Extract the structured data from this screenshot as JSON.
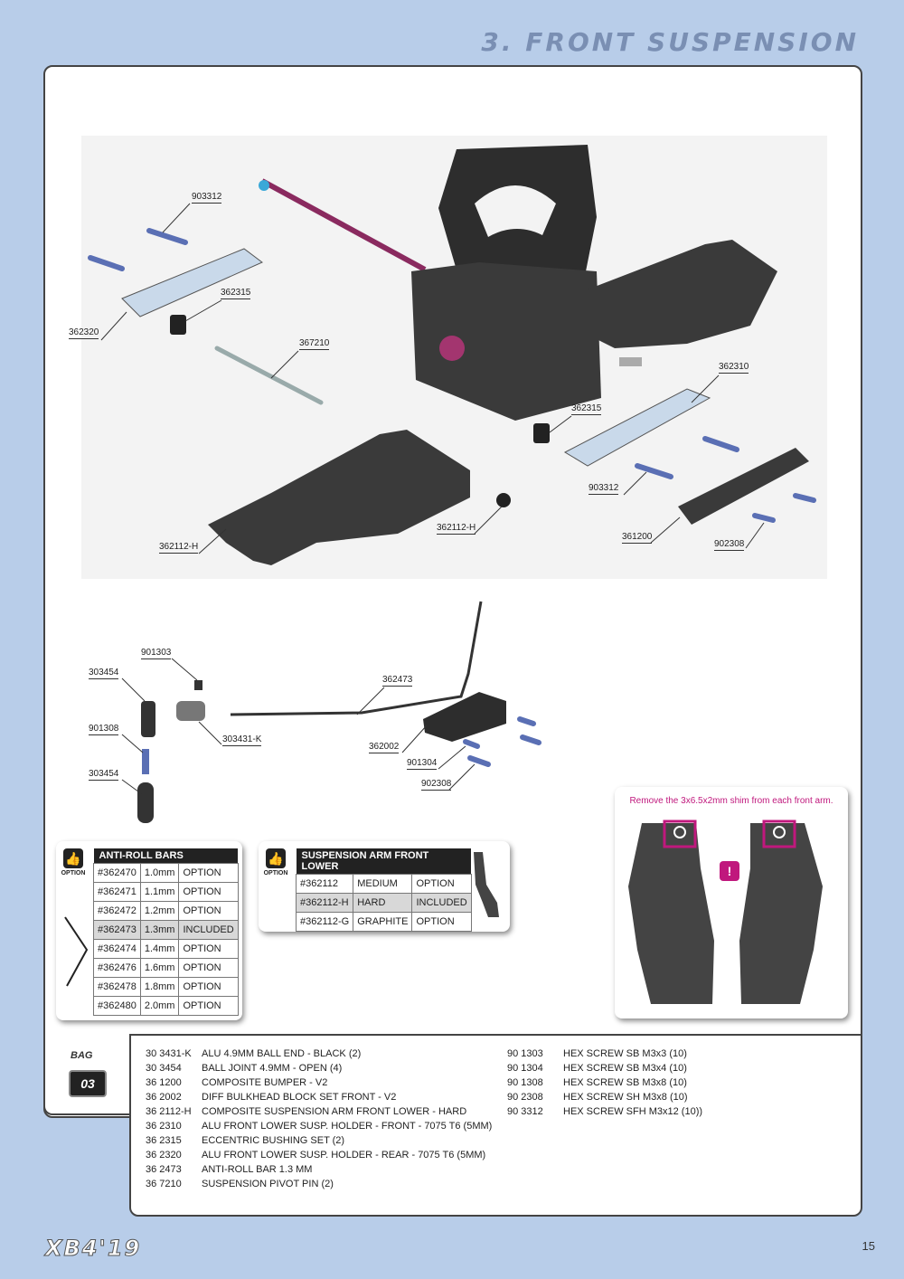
{
  "page": {
    "title": "3. FRONT SUSPENSION",
    "number": "15",
    "logo": "XB4'19"
  },
  "callouts": [
    {
      "id": "c1",
      "text": "903312"
    },
    {
      "id": "c2",
      "text": "362315"
    },
    {
      "id": "c3",
      "text": "362320"
    },
    {
      "id": "c4",
      "text": "367210"
    },
    {
      "id": "c5",
      "text": "362310"
    },
    {
      "id": "c6",
      "text": "362315"
    },
    {
      "id": "c7",
      "text": "903312"
    },
    {
      "id": "c8",
      "text": "362112-H"
    },
    {
      "id": "c9",
      "text": "362112-H"
    },
    {
      "id": "c10",
      "text": "361200"
    },
    {
      "id": "c11",
      "text": "902308"
    },
    {
      "id": "c12",
      "text": "901303"
    },
    {
      "id": "c13",
      "text": "303454"
    },
    {
      "id": "c14",
      "text": "362473"
    },
    {
      "id": "c15",
      "text": "901308"
    },
    {
      "id": "c16",
      "text": "303431-K"
    },
    {
      "id": "c17",
      "text": "362002"
    },
    {
      "id": "c18",
      "text": "901304"
    },
    {
      "id": "c19",
      "text": "303454"
    },
    {
      "id": "c20",
      "text": "902308"
    }
  ],
  "option_label": "OPTION",
  "anti_roll": {
    "header": "ANTI-ROLL BARS",
    "rows": [
      [
        "#362470",
        "1.0mm",
        "OPTION"
      ],
      [
        "#362471",
        "1.1mm",
        "OPTION"
      ],
      [
        "#362472",
        "1.2mm",
        "OPTION"
      ],
      [
        "#362473",
        "1.3mm",
        "INCLUDED"
      ],
      [
        "#362474",
        "1.4mm",
        "OPTION"
      ],
      [
        "#362476",
        "1.6mm",
        "OPTION"
      ],
      [
        "#362478",
        "1.8mm",
        "OPTION"
      ],
      [
        "#362480",
        "2.0mm",
        "OPTION"
      ]
    ]
  },
  "susp_arm": {
    "header": "SUSPENSION ARM FRONT LOWER",
    "rows": [
      [
        "#362112",
        "MEDIUM",
        "OPTION"
      ],
      [
        "#362112-H",
        "HARD",
        "INCLUDED"
      ],
      [
        "#362112-G",
        "GRAPHITE",
        "OPTION"
      ]
    ]
  },
  "notice": {
    "text": "Remove the 3x6.5x2mm shim from each front arm.",
    "mark": "!"
  },
  "bag": {
    "label": "BAG",
    "number": "03"
  },
  "bom_left": [
    [
      "30 3431-K",
      "ALU 4.9MM BALL END - BLACK (2)"
    ],
    [
      "30 3454",
      "BALL JOINT 4.9MM - OPEN (4)"
    ],
    [
      "36 1200",
      "COMPOSITE BUMPER - V2"
    ],
    [
      "36 2002",
      "DIFF BULKHEAD BLOCK SET FRONT - V2"
    ],
    [
      "36 2112-H",
      "COMPOSITE SUSPENSION ARM FRONT LOWER - HARD"
    ],
    [
      "36 2310",
      "ALU FRONT LOWER SUSP. HOLDER - FRONT - 7075 T6 (5MM)"
    ],
    [
      "36 2315",
      "ECCENTRIC BUSHING SET (2)"
    ],
    [
      "36 2320",
      "ALU FRONT LOWER SUSP. HOLDER - REAR - 7075 T6 (5MM)"
    ],
    [
      "36 2473",
      "ANTI-ROLL BAR 1.3 MM"
    ],
    [
      "36 7210",
      "SUSPENSION PIVOT PIN (2)"
    ]
  ],
  "bom_right": [
    [
      "90 1303",
      "HEX SCREW  SB M3x3  (10)"
    ],
    [
      "90 1304",
      "HEX SCREW  SB M3x4  (10)"
    ],
    [
      "90 1308",
      "HEX SCREW  SB M3x8  (10)"
    ],
    [
      "90 2308",
      "HEX SCREW  SH M3x8  (10)"
    ],
    [
      "90 3312",
      "HEX SCREW  SFH M3x12  (10))"
    ]
  ]
}
